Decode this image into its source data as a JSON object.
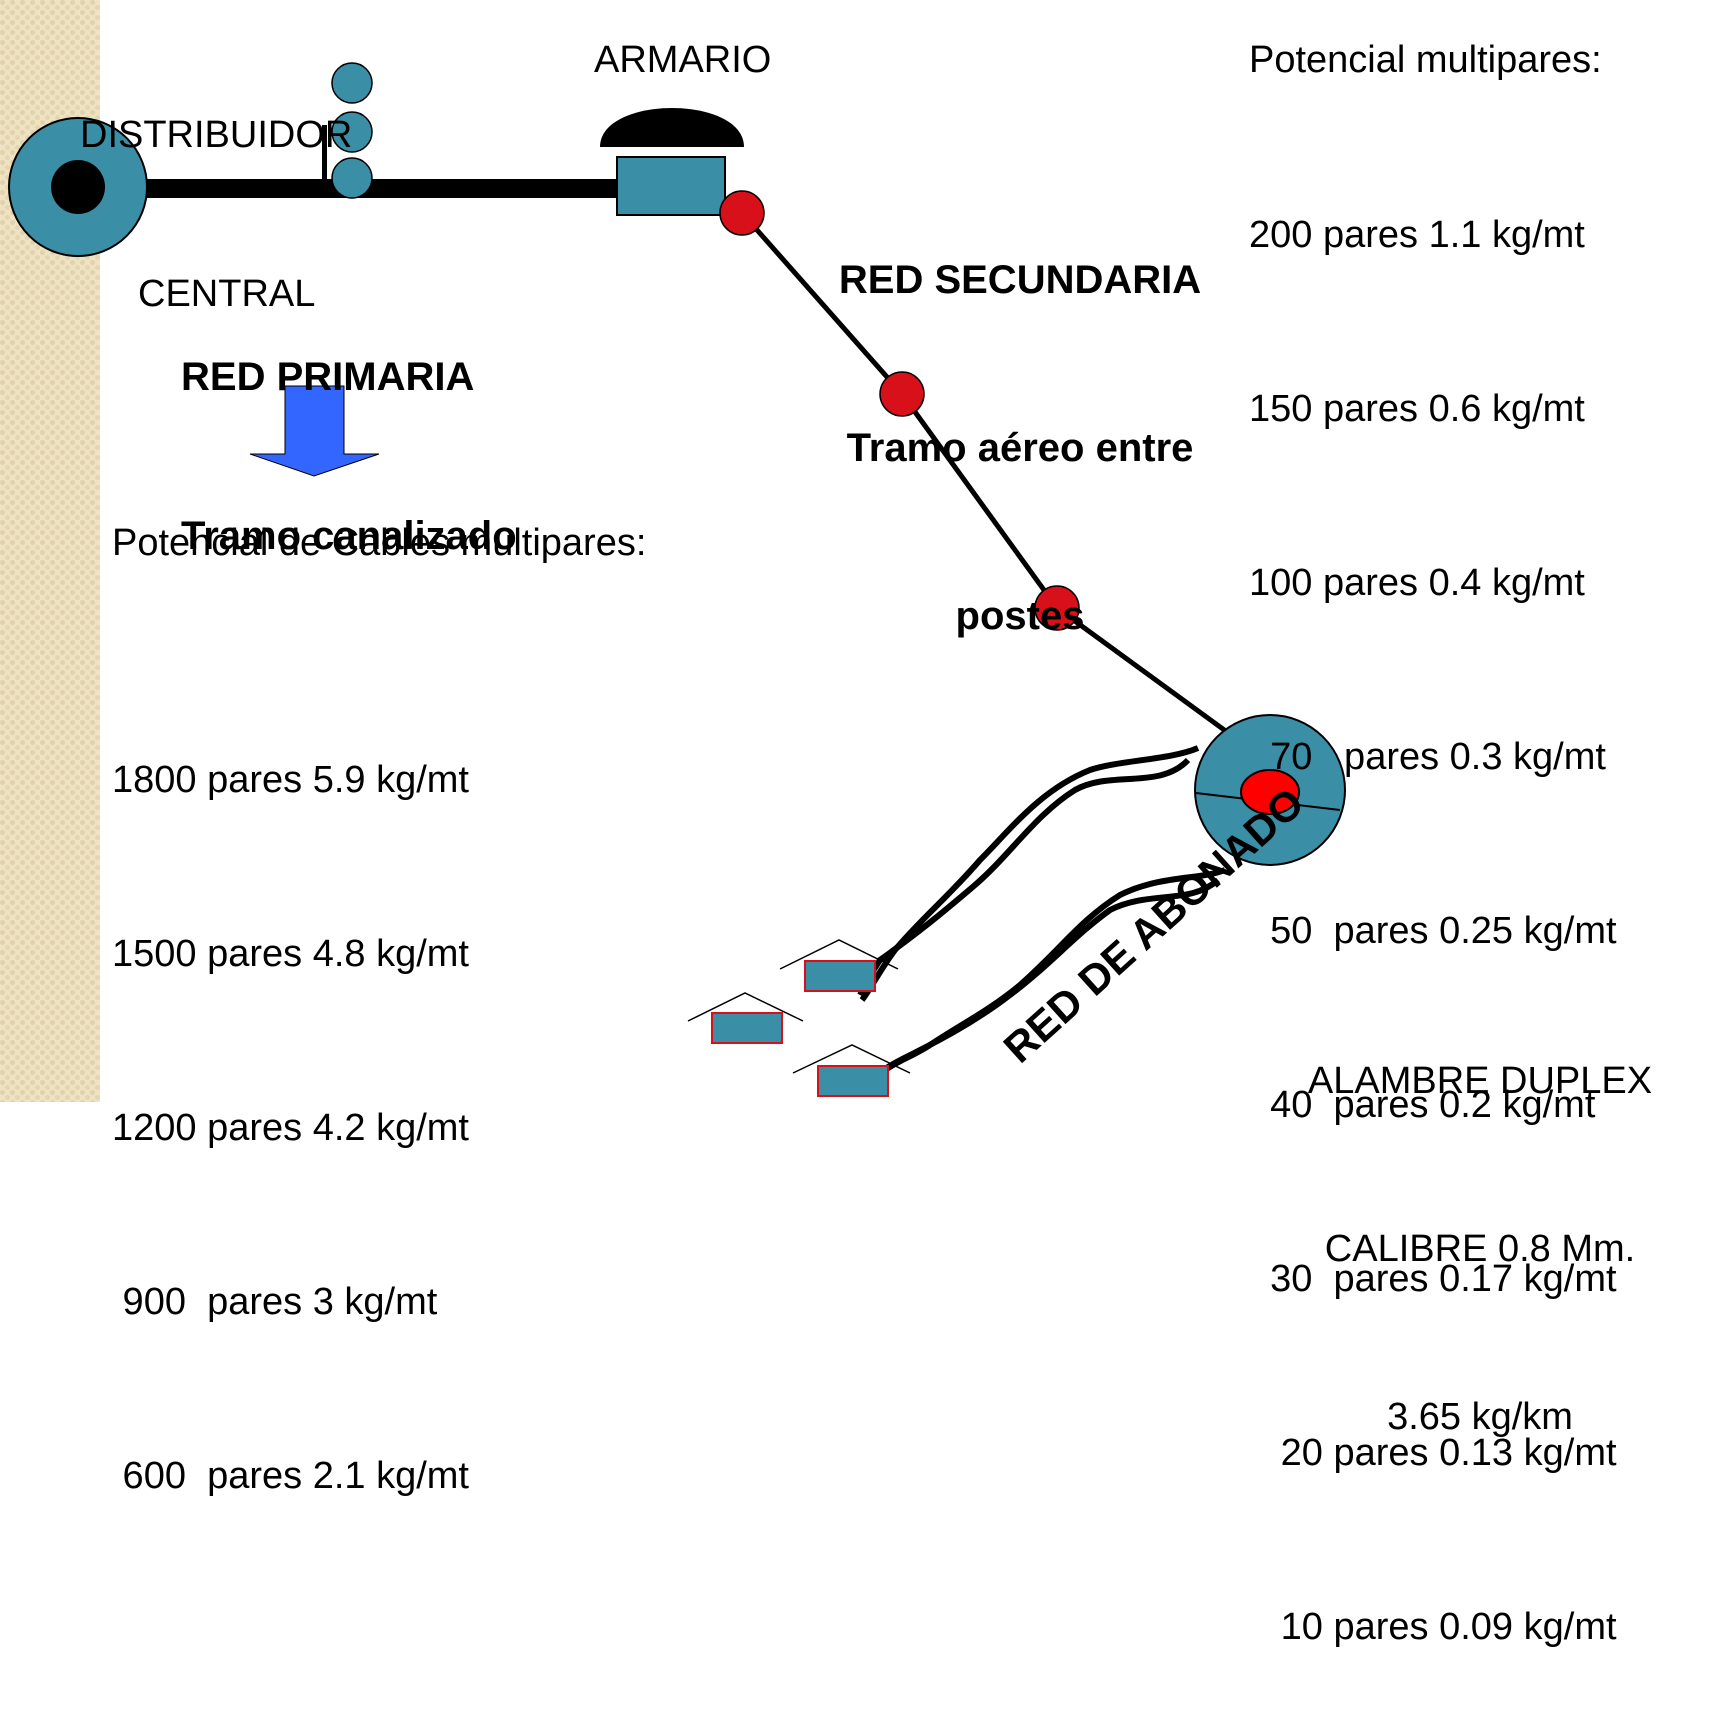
{
  "labels": {
    "distribuidor": [
      "DISTRIBUIDOR",
      "CENTRAL"
    ],
    "armario": "ARMARIO",
    "red_primaria": [
      "RED PRIMARIA",
      "Tramo canalizado"
    ],
    "red_secundaria": [
      "RED SECUNDARIA",
      "Tramo aéreo entre",
      "postes"
    ],
    "red_abonado": "RED DE ABONADO",
    "alambre": [
      "ALAMBRE DUPLEX",
      "CALIBRE 0.8 Mm.",
      "3.65 kg/km"
    ]
  },
  "primary_cables": {
    "heading": "Potencial de Cables multipares:",
    "items": [
      "1800 pares 5.9 kg/mt",
      "1500 pares 4.8 kg/mt",
      "1200 pares 4.2 kg/mt",
      " 900  pares 3 kg/mt",
      " 600  pares 2.1 kg/mt"
    ]
  },
  "secondary_cables": {
    "heading": "Potencial multipares:",
    "items": [
      "200 pares 1.1 kg/mt",
      "150 pares 0.6 kg/mt",
      "100 pares 0.4 kg/mt",
      "  70   pares 0.3 kg/mt",
      "  50  pares 0.25 kg/mt",
      "  40  pares 0.2 kg/mt",
      "  30  pares 0.17 kg/mt",
      "   20 pares 0.13 kg/mt",
      "   10 pares 0.09 kg/mt"
    ]
  },
  "colors": {
    "teal": "#3a8fa6",
    "red": "#d8101a",
    "arrow_blue": "#3366ff",
    "black": "#000000",
    "strip": "#efe3c2"
  }
}
